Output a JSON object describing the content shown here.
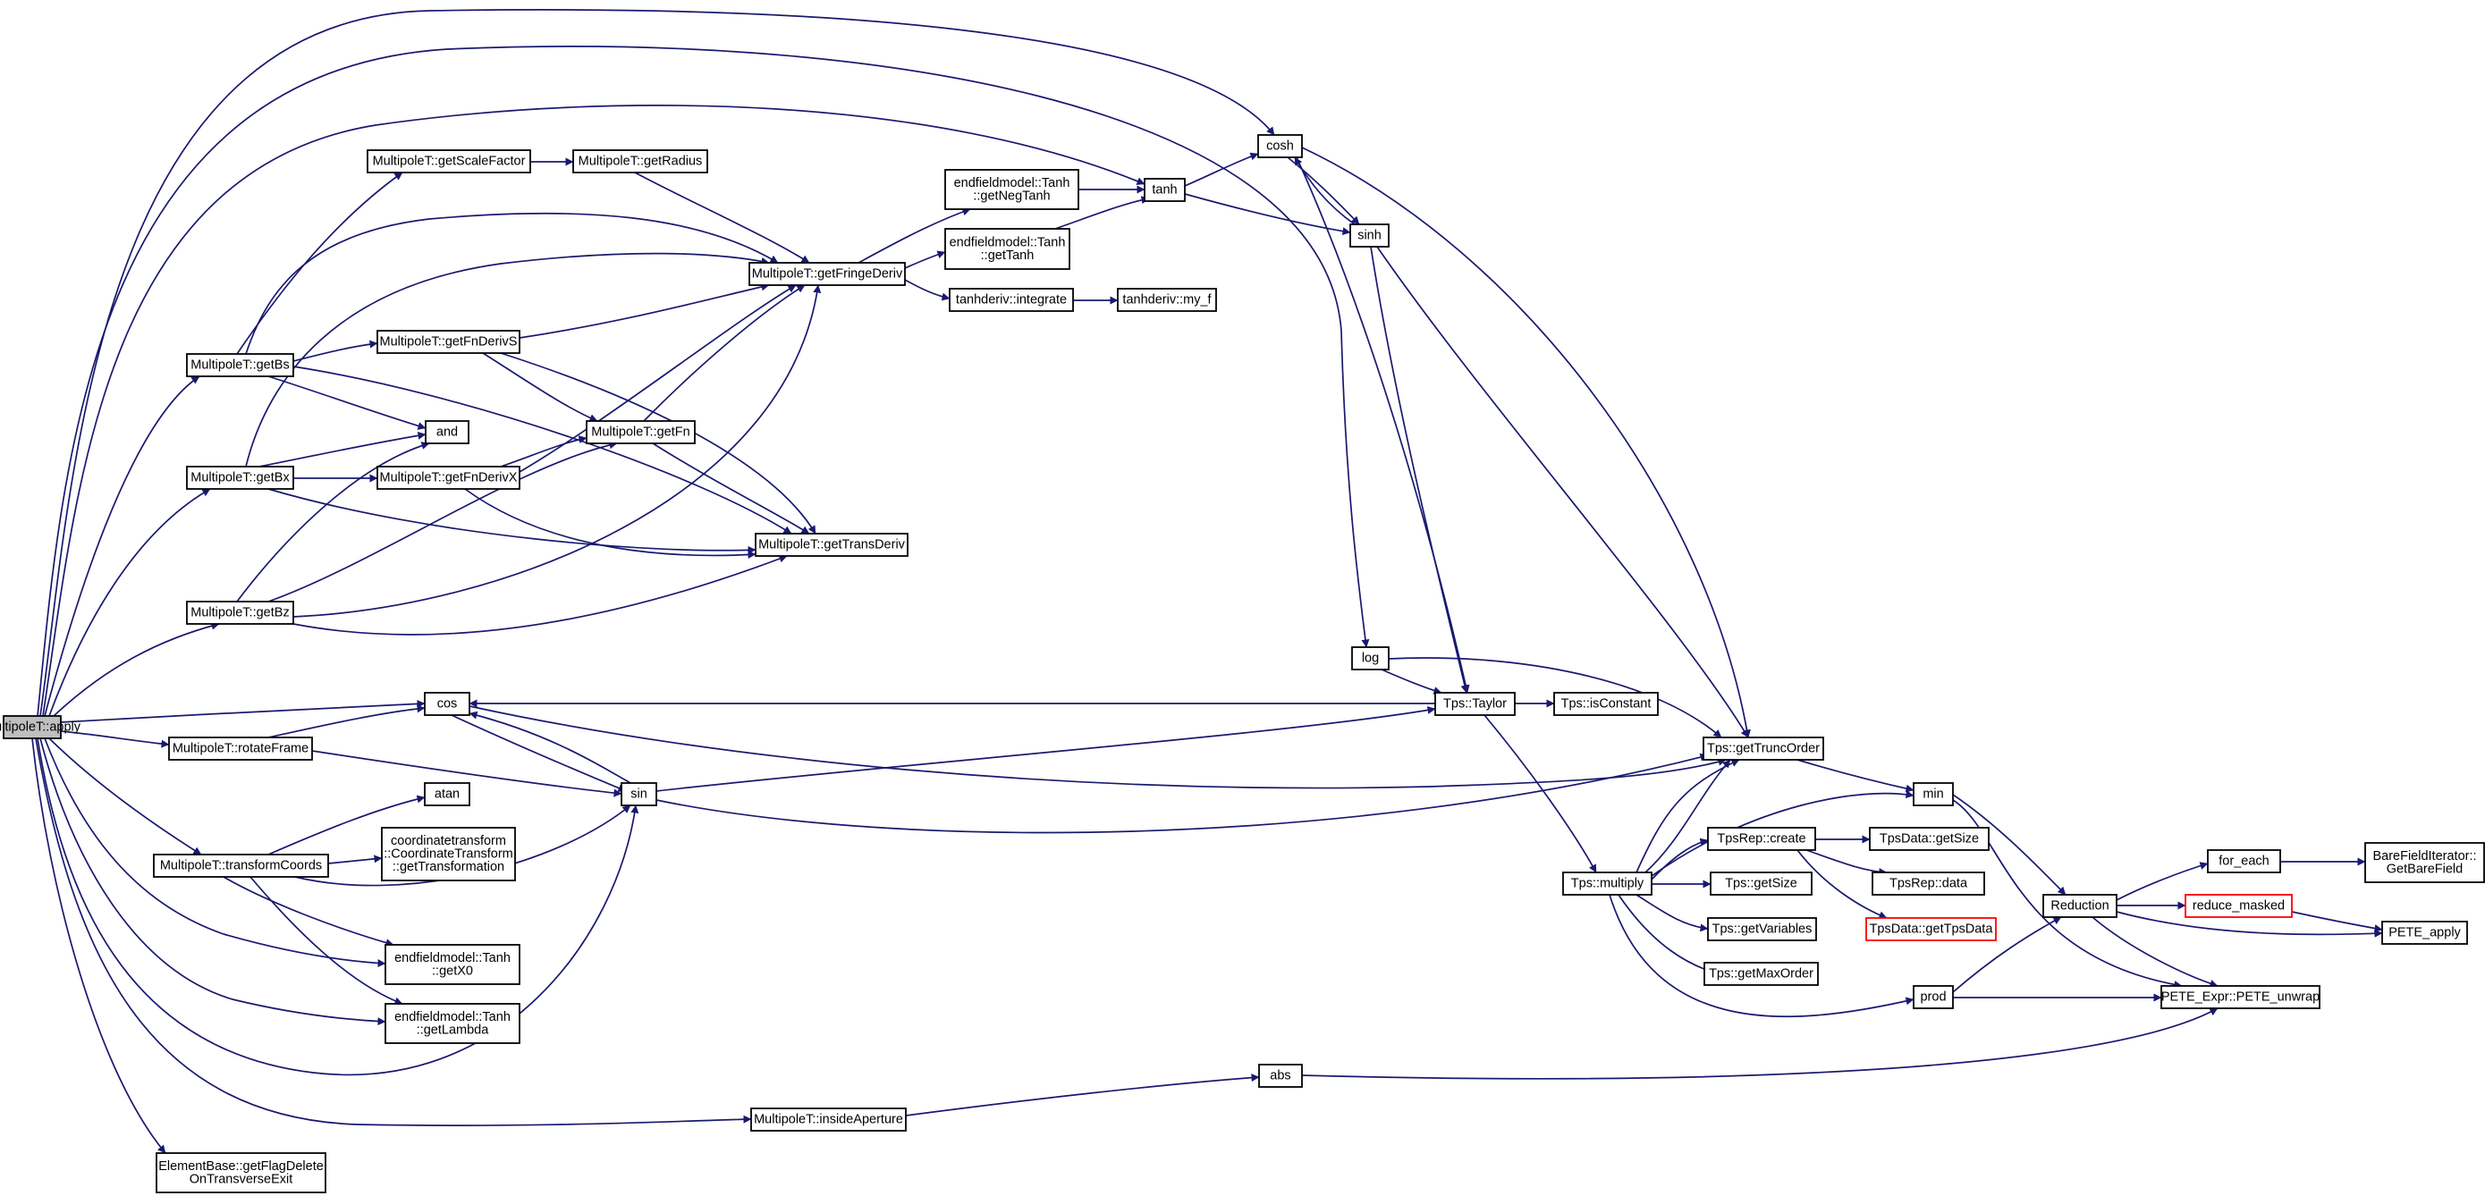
{
  "diagram": {
    "type": "call-graph",
    "root": "MultipoleT::apply",
    "colors": {
      "edge": "#191970",
      "root_fill": "#bfbfbf",
      "node_border": "#000000",
      "truncated_border": "#ff0000"
    },
    "nodes": {
      "apply": [
        "MultipoleT::apply"
      ],
      "getScaleFactor": [
        "MultipoleT::getScaleFactor"
      ],
      "getRadius": [
        "MultipoleT::getRadius"
      ],
      "getFringeDeriv": [
        "MultipoleT::getFringeDeriv"
      ],
      "getNegTanh": [
        "endfieldmodel::Tanh",
        "::getNegTanh"
      ],
      "getTanh": [
        "endfieldmodel::Tanh",
        "::getTanh"
      ],
      "tanh": [
        "tanh"
      ],
      "cosh": [
        "cosh"
      ],
      "sinh": [
        "sinh"
      ],
      "integrate": [
        "tanhderiv::integrate"
      ],
      "my_f": [
        "tanhderiv::my_f"
      ],
      "getBs": [
        "MultipoleT::getBs"
      ],
      "getFnDerivS": [
        "MultipoleT::getFnDerivS"
      ],
      "and": [
        "and"
      ],
      "getFn": [
        "MultipoleT::getFn"
      ],
      "getBx": [
        "MultipoleT::getBx"
      ],
      "getFnDerivX": [
        "MultipoleT::getFnDerivX"
      ],
      "getTransDeriv": [
        "MultipoleT::getTransDeriv"
      ],
      "getBz": [
        "MultipoleT::getBz"
      ],
      "log": [
        "log"
      ],
      "cos": [
        "cos"
      ],
      "Taylor": [
        "Tps::Taylor"
      ],
      "isConstant": [
        "Tps::isConstant"
      ],
      "rotateFrame": [
        "MultipoleT::rotateFrame"
      ],
      "getTruncOrder": [
        "Tps::getTruncOrder"
      ],
      "sin": [
        "sin"
      ],
      "min": [
        "min"
      ],
      "atan": [
        "atan"
      ],
      "getTransformation": [
        "coordinatetransform",
        "::CoordinateTransform",
        "::getTransformation"
      ],
      "transformCoords": [
        "MultipoleT::transformCoords"
      ],
      "TpsRepCreate": [
        "TpsRep::create"
      ],
      "TpsDataGetSize": [
        "TpsData::getSize"
      ],
      "multiply": [
        "Tps::multiply"
      ],
      "TpsGetSize": [
        "Tps::getSize"
      ],
      "TpsRepData": [
        "TpsRep::data"
      ],
      "getX0": [
        "endfieldmodel::Tanh",
        "::getX0"
      ],
      "getVariables": [
        "Tps::getVariables"
      ],
      "getTpsData": [
        "TpsData::getTpsData"
      ],
      "getMaxOrder": [
        "Tps::getMaxOrder"
      ],
      "getLambda": [
        "endfieldmodel::Tanh",
        "::getLambda"
      ],
      "prod": [
        "prod"
      ],
      "abs": [
        "abs"
      ],
      "insideAperture": [
        "MultipoleT::insideAperture"
      ],
      "getFlagDelete": [
        "ElementBase::getFlagDelete",
        "OnTransverseExit"
      ],
      "Reduction": [
        "Reduction"
      ],
      "for_each": [
        "for_each"
      ],
      "reduce_masked": [
        "reduce_masked"
      ],
      "GetBareField": [
        "BareFieldIterator::",
        "GetBareField"
      ],
      "PETE_apply": [
        "PETE_apply"
      ],
      "PETE_unwrap": [
        "PETE_Expr::PETE_unwrap"
      ]
    }
  }
}
